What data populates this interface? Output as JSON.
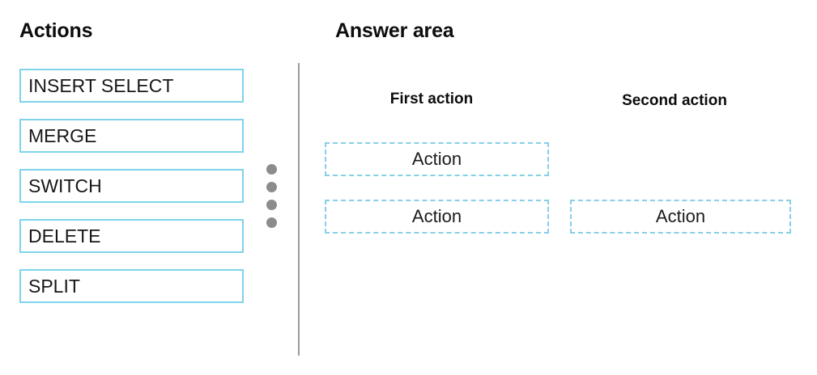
{
  "left_panel": {
    "title": "Actions",
    "items": [
      {
        "label": "INSERT SELECT"
      },
      {
        "label": "MERGE"
      },
      {
        "label": "SWITCH"
      },
      {
        "label": "DELETE"
      },
      {
        "label": "SPLIT"
      }
    ],
    "item_border_color": "#7ed4ea"
  },
  "drag_handle": {
    "name": "drag-handle-dots",
    "dot_count": 4,
    "dot_color": "#8c8c8c"
  },
  "separator": {
    "color": "#9a9a9a"
  },
  "answer_area": {
    "title": "Answer area",
    "columns": [
      {
        "header": "First action"
      },
      {
        "header": "Second action"
      }
    ],
    "slots": [
      {
        "column": "First action",
        "row": 1,
        "placeholder": "Action"
      },
      {
        "column": "First action",
        "row": 2,
        "placeholder": "Action"
      },
      {
        "column": "Second action",
        "row": 2,
        "placeholder": "Action"
      }
    ],
    "slot_border_color": "#87cfe8"
  }
}
